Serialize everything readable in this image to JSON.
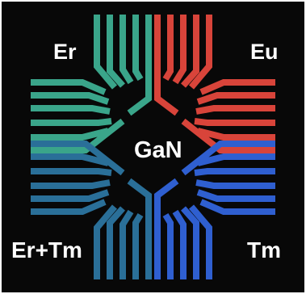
{
  "labels": {
    "er": "Er",
    "eu": "Eu",
    "center": "GaN",
    "er_tm": "Er+Tm",
    "tm": "Tm"
  },
  "colors": {
    "background": "#080808",
    "er_green": "#3aa58a",
    "eu_red": "#d8443a",
    "er_tm_teal": "#2a6f98",
    "tm_blue": "#2f5fd0"
  }
}
